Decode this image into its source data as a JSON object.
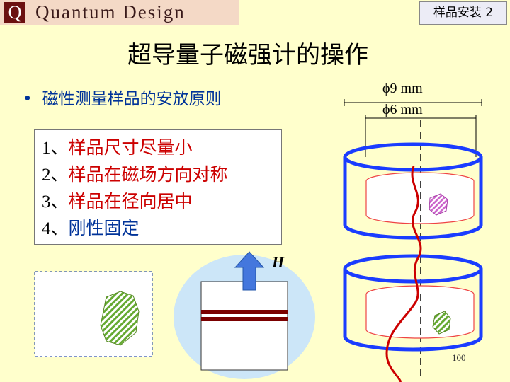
{
  "header": {
    "logo_letter": "Q",
    "logo_text": "Quantum Design",
    "slide_tag": "样品安装 2"
  },
  "title": "超导量子磁强计的操作",
  "bullet": {
    "symbol": "•",
    "text": "磁性测量样品的安放原则"
  },
  "rules": [
    {
      "num": "1、",
      "text": "样品尺寸尽量小"
    },
    {
      "num": "2、",
      "text": "样品在磁场方向对称"
    },
    {
      "num": "3、",
      "text": "样品在径向居中"
    },
    {
      "num": "4、",
      "text": "刚性固定"
    }
  ],
  "dimensions": {
    "outer": "ϕ9 mm",
    "inner": "ϕ6 mm"
  },
  "field_label": "H",
  "page_number": "100",
  "colors": {
    "background": "#ffffcc",
    "cylinder_blue": "#1a3cff",
    "wire_red": "#cc0000",
    "sample_hatch": "#66aa33",
    "sample_pink": "#cc66cc",
    "arrow_blue": "#4477dd",
    "circle_bg": "#cce6f8"
  }
}
